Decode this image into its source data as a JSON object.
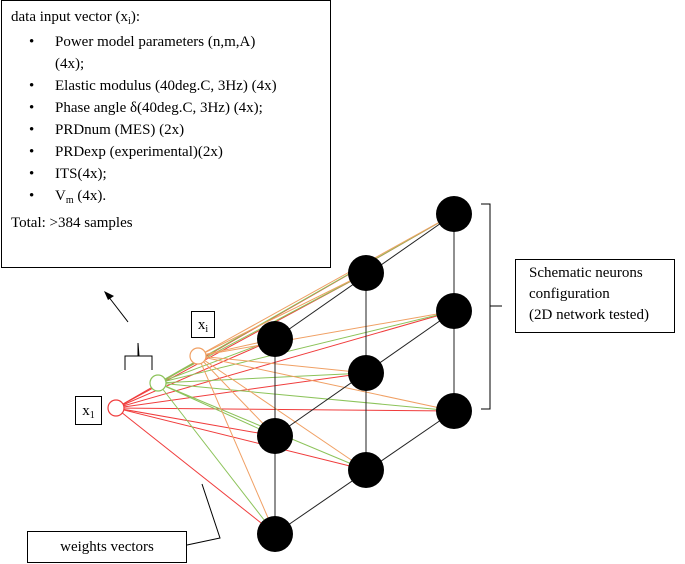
{
  "input_box": {
    "title": "data input vector (x",
    "title_sub": "i",
    "title_end": "):",
    "items": [
      {
        "text": "Power model parameters (n,m,A)",
        "text2": "(4x);"
      },
      {
        "text": "Elastic modulus (40deg.C, 3Hz) (4x)"
      },
      {
        "text": "Phase angle δ(40deg.C, 3Hz) (4x);"
      },
      {
        "text": "PRDnum (MES) (2x)"
      },
      {
        "text": "PRDexp (experimental)(2x)"
      },
      {
        "text": "ITS(4x);"
      },
      {
        "text_pre": "V",
        "text_sub": "m",
        "text_post": " (4x)."
      }
    ],
    "total": "Total: >384 samples"
  },
  "neuron_box": {
    "line1": "Schematic neurons",
    "line2": "configuration",
    "line3": "(2D network tested)"
  },
  "weights_box": {
    "label": "weights vectors"
  },
  "labels": {
    "xi": "x",
    "xi_sub": "i",
    "x1": "x",
    "x1_sub": "1"
  },
  "colors": {
    "red": "#f03c3c",
    "green": "#8cc35a",
    "orange": "#f0a064",
    "node": "#000000",
    "line": "#222222"
  }
}
